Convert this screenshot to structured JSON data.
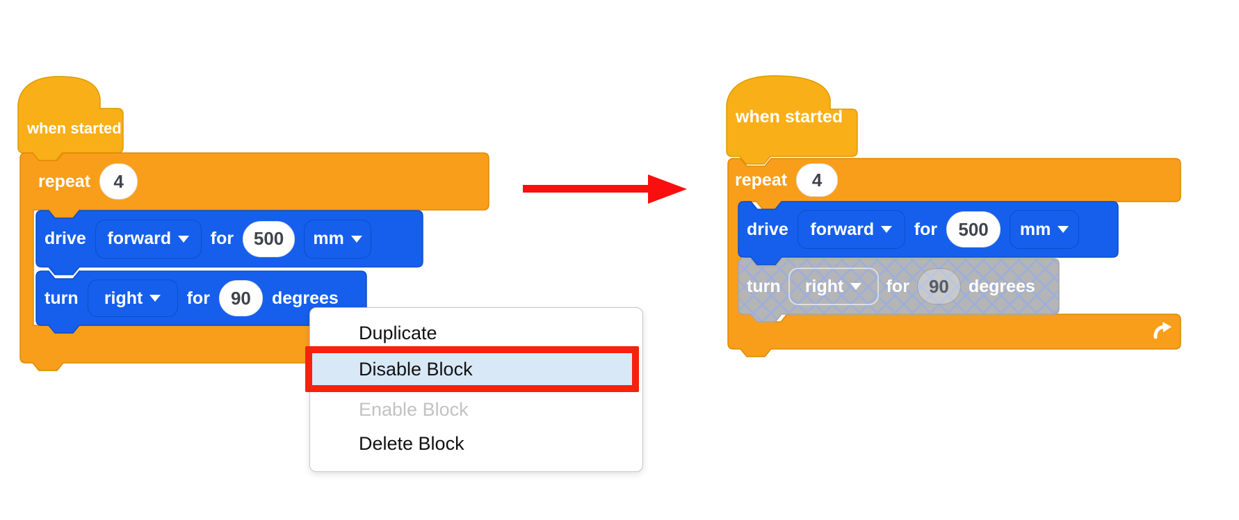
{
  "left_program": {
    "hat_label": "when started",
    "repeat_label": "repeat",
    "repeat_count": "4",
    "drive_label": "drive",
    "drive_direction": "forward",
    "drive_for": "for",
    "drive_distance": "500",
    "drive_unit": "mm",
    "turn_label": "turn",
    "turn_direction": "right",
    "turn_for": "for",
    "turn_angle": "90",
    "turn_unit": "degrees",
    "turn_disabled": false
  },
  "context_menu": {
    "items": [
      {
        "label": "Duplicate",
        "state": "normal"
      },
      {
        "label": "Disable Block",
        "state": "highlighted-red-box"
      },
      {
        "label": "Enable Block",
        "state": "disabled"
      },
      {
        "label": "Delete Block",
        "state": "normal"
      }
    ]
  },
  "right_program": {
    "hat_label": "when started",
    "repeat_label": "repeat",
    "repeat_count": "4",
    "drive_label": "drive",
    "drive_direction": "forward",
    "drive_for": "for",
    "drive_distance": "500",
    "drive_unit": "mm",
    "turn_label": "turn",
    "turn_direction": "right",
    "turn_for": "for",
    "turn_angle": "90",
    "turn_unit": "degrees",
    "turn_disabled": true
  },
  "icons": {
    "repeat_loop": "loop-arrow-icon",
    "dropdown_caret": "chevron-down-icon",
    "transition": "red-right-arrow"
  },
  "colors": {
    "hat_gold": "#F9AF18",
    "control_orange": "#F99E1B",
    "drivetrain_blue": "#155FEC",
    "disabled_gray": "#B5B5B5",
    "hatch_line_blue": "#9FAFD8",
    "menu_highlight_blue": "#D8E8F6",
    "highlight_red": "#F3230C",
    "arrow_red": "#FB0E0E"
  }
}
